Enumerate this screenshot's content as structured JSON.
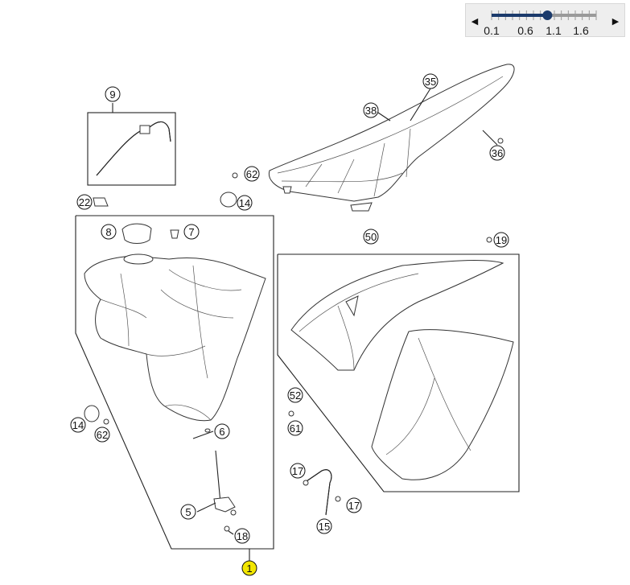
{
  "zoom": {
    "prev_icon": "◀",
    "next_icon": "▶",
    "tick_labels": [
      "0.1",
      "0.6",
      "1.1",
      "1.6"
    ],
    "value": 0.9,
    "min": 0.1,
    "max": 1.6,
    "track_color": "#1b3a6b"
  },
  "callouts": {
    "c1": "1",
    "c5": "5",
    "c6": "6",
    "c7": "7",
    "c8": "8",
    "c9": "9",
    "c14a": "14",
    "c14b": "14",
    "c15": "15",
    "c17a": "17",
    "c17b": "17",
    "c18": "18",
    "c19": "19",
    "c22": "22",
    "c35": "35",
    "c36": "36",
    "c38": "38",
    "c50": "50",
    "c52": "52",
    "c61": "61",
    "c62a": "62",
    "c62b": "62"
  },
  "highlight_color": "#f2e600"
}
